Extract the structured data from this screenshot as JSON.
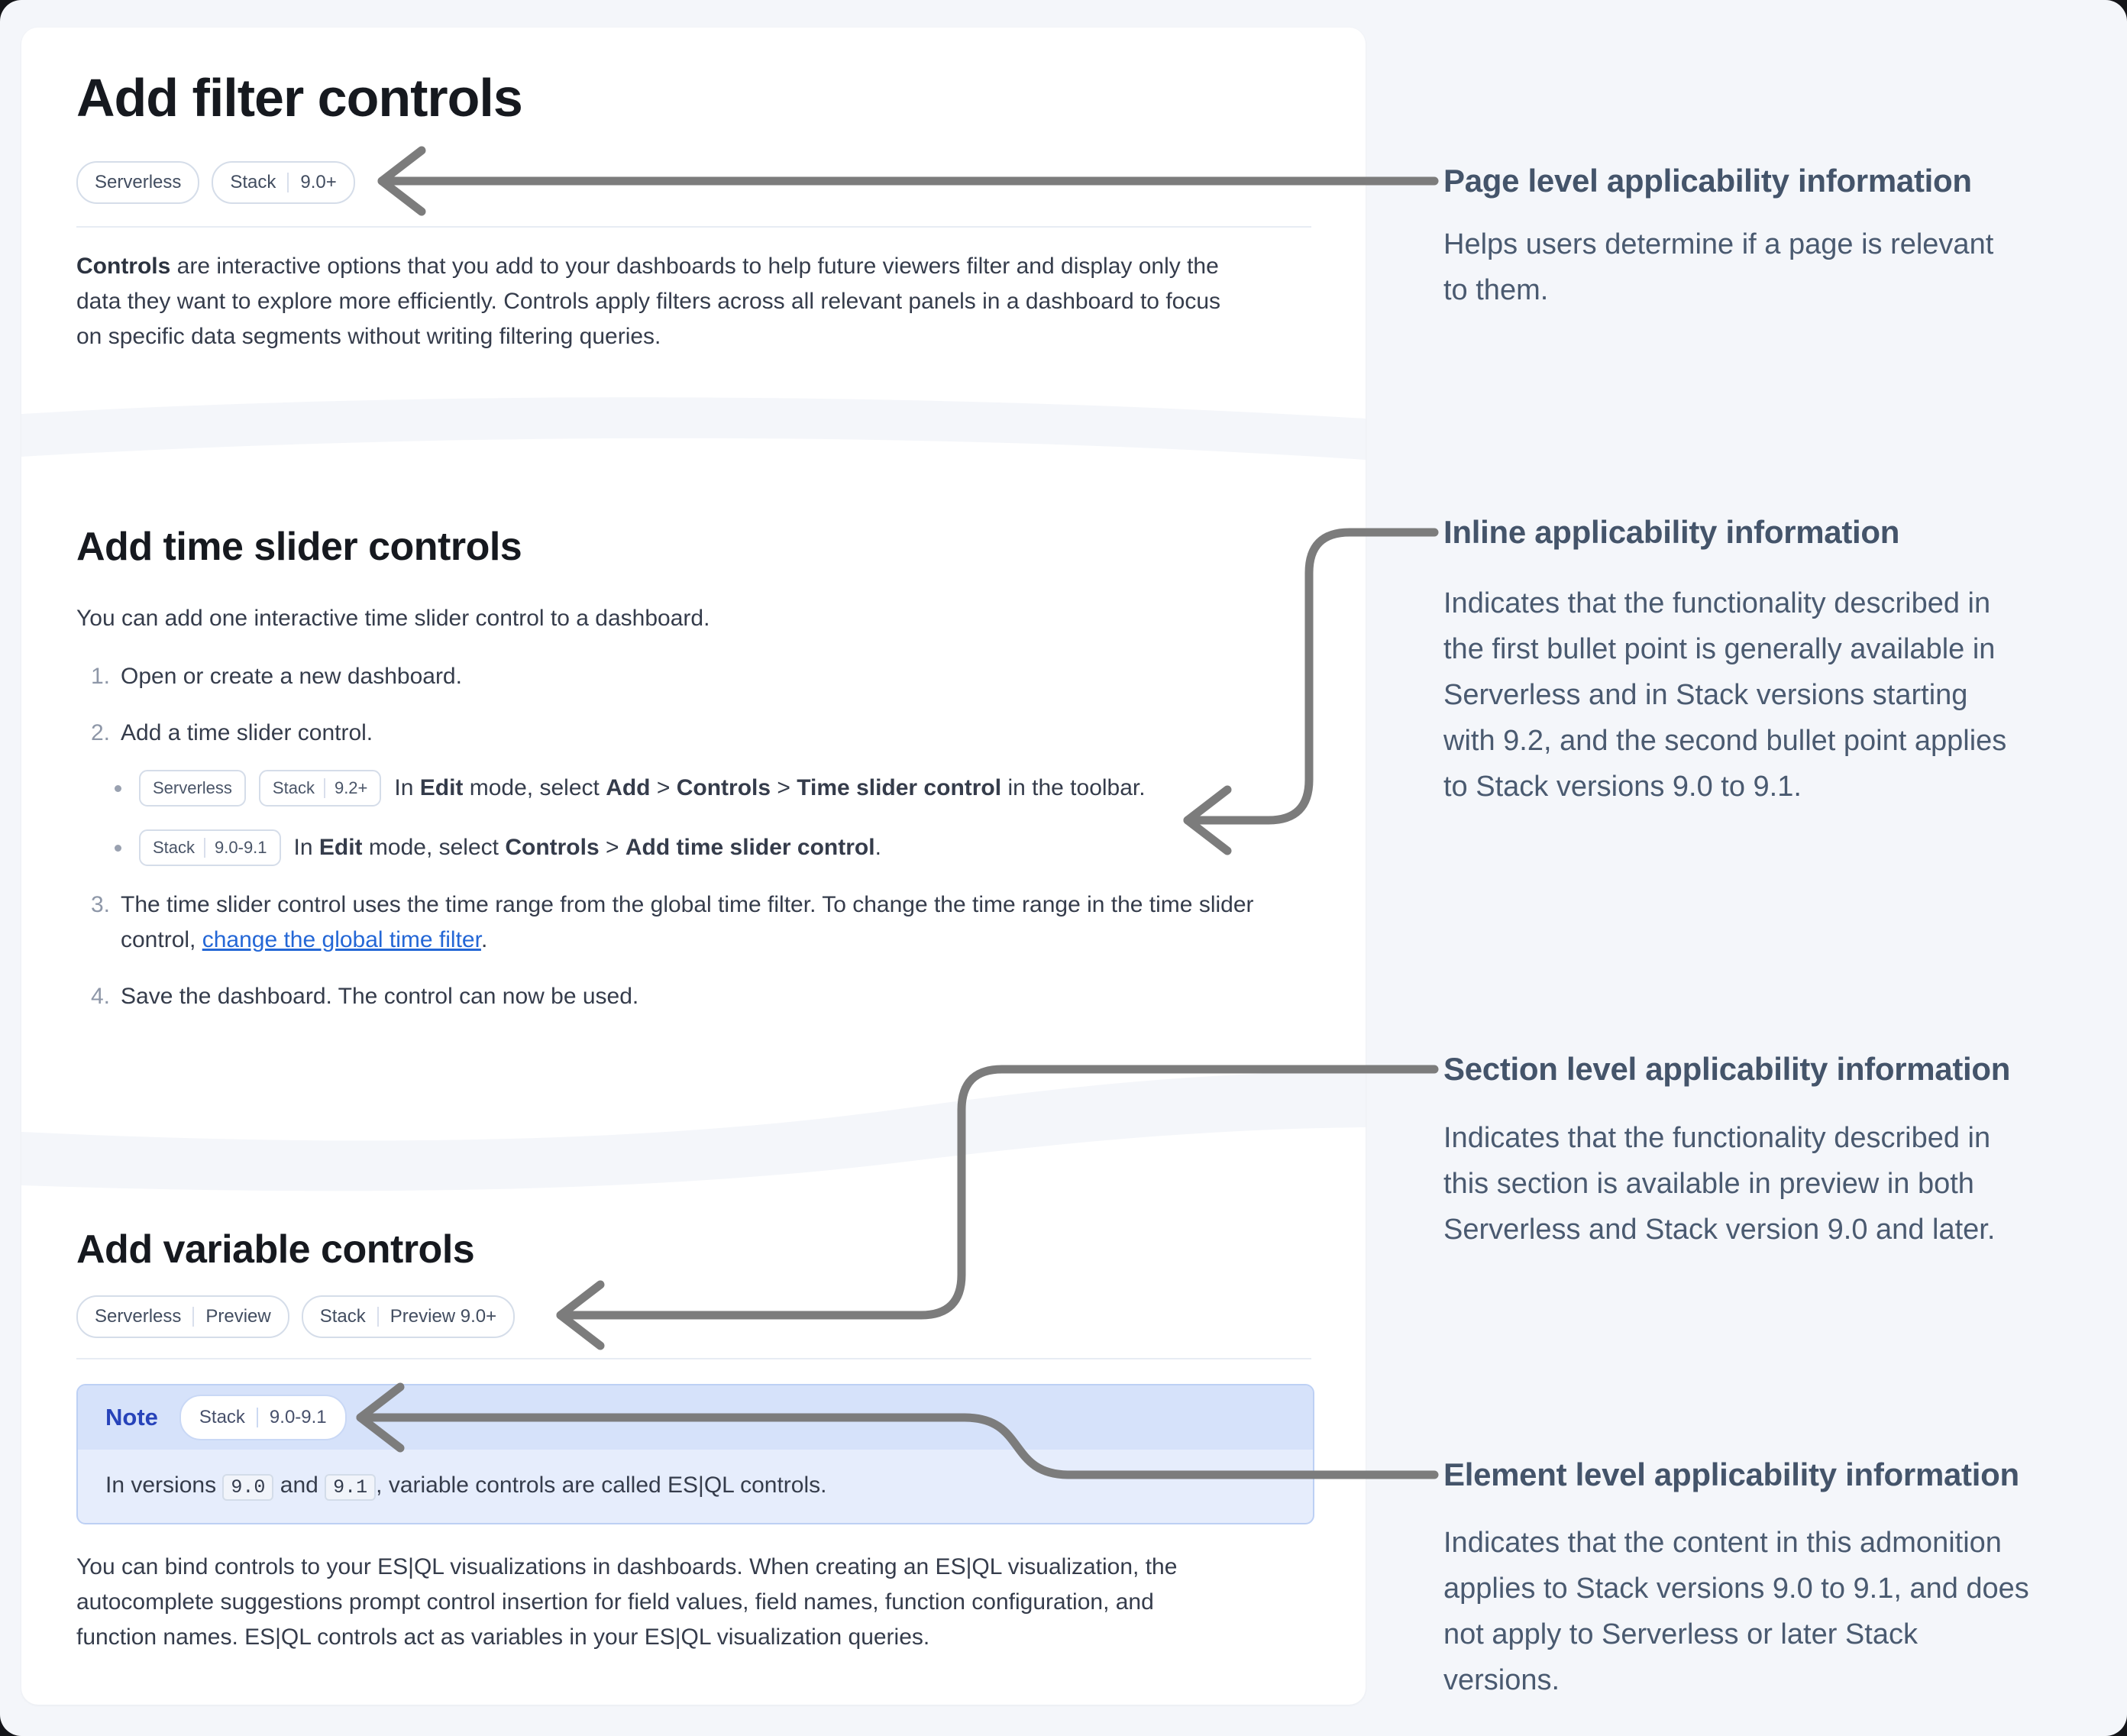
{
  "colors": {
    "page_bg": "#f4f6fa",
    "card_bg": "#ffffff",
    "arrow": "#7c7c7c",
    "note_header_bg": "#d6e2fa",
    "note_body_bg": "#e6edfc",
    "note_blue": "#2743ba",
    "link_blue": "#2467d6",
    "badge_border": "#d5dde9"
  },
  "page": {
    "title": "Add filter controls",
    "title_badges": [
      [
        "Serverless"
      ],
      [
        "Stack",
        "9.0+"
      ]
    ],
    "intro": [
      {
        "t": "Controls",
        "b": true
      },
      {
        "t": " are interactive options that you add to your dashboards to help future viewers filter and display only the\ndata they want to explore more efficiently. Controls apply filters across all relevant panels in a dashboard to focus\non specific data segments without writing filtering queries."
      }
    ]
  },
  "time_section": {
    "heading": "Add time slider controls",
    "lead": "You can add one interactive time slider control to a dashboard.",
    "steps": [
      {
        "num": "1.",
        "rich": [
          {
            "t": "Open or create a new dashboard."
          }
        ]
      },
      {
        "num": "2.",
        "rich": [
          {
            "t": "Add a time slider control."
          }
        ]
      },
      {
        "num": "3.",
        "rich": [
          {
            "t": "The time slider control uses the time range from the global time filter. To change the time range in the time slider\ncontrol, "
          },
          {
            "t": "change the global time filter",
            "link": true,
            "name": "link-change-global-time-filter"
          },
          {
            "t": "."
          }
        ]
      },
      {
        "num": "4.",
        "rich": [
          {
            "t": "Save the dashboard. The control can now be used."
          }
        ]
      }
    ],
    "bullets": [
      {
        "badges": [
          [
            "Serverless"
          ],
          [
            "Stack",
            "9.2+"
          ]
        ],
        "rich": [
          {
            "t": "In "
          },
          {
            "t": "Edit",
            "b": true
          },
          {
            "t": " mode, select "
          },
          {
            "t": "Add",
            "b": true
          },
          {
            "t": " > "
          },
          {
            "t": "Controls",
            "b": true
          },
          {
            "t": " > "
          },
          {
            "t": "Time slider control",
            "b": true
          },
          {
            "t": " in the toolbar."
          }
        ]
      },
      {
        "badges": [
          [
            "Stack",
            "9.0-9.1"
          ]
        ],
        "rich": [
          {
            "t": "In "
          },
          {
            "t": "Edit",
            "b": true
          },
          {
            "t": " mode, select "
          },
          {
            "t": "Controls",
            "b": true
          },
          {
            "t": " > "
          },
          {
            "t": "Add time slider control",
            "b": true
          },
          {
            "t": "."
          }
        ]
      }
    ]
  },
  "variable_section": {
    "heading": "Add variable controls",
    "badges": [
      [
        "Serverless",
        "Preview"
      ],
      [
        "Stack",
        "Preview 9.0+"
      ]
    ],
    "note": {
      "label": "Note",
      "badge": [
        "Stack",
        "9.0-9.1"
      ],
      "body": [
        {
          "t": "In versions "
        },
        {
          "t": "9.0",
          "code": true
        },
        {
          "t": " and "
        },
        {
          "t": "9.1",
          "code": true
        },
        {
          "t": ", variable controls are called ES|QL controls."
        }
      ]
    },
    "para": [
      {
        "t": "You can bind controls to your ES|QL visualizations in dashboards. When creating an ES|QL visualization, the\nautocomplete suggestions prompt control insertion for field values, field names, function configuration, and\nfunction names. ES|QL controls act as variables in your ES|QL visualization queries."
      }
    ]
  },
  "annotations": [
    {
      "heading": "Page level applicability information",
      "body": "Helps users determine if a page is relevant\nto them."
    },
    {
      "heading": "Inline applicability information",
      "body": "Indicates that the functionality described in\nthe first bullet point is generally available in\nServerless and in Stack versions starting\nwith 9.2, and the second bullet point applies\nto Stack versions 9.0 to 9.1."
    },
    {
      "heading": "Section level applicability information",
      "body": "Indicates that the functionality described in\nthis section is available in preview in both\nServerless and Stack version 9.0 and later."
    },
    {
      "heading": "Element level applicability information",
      "body": "Indicates that the content in this admonition\napplies to Stack versions 9.0 to 9.1, and does\nnot apply to Serverless or later Stack\nversions."
    }
  ]
}
